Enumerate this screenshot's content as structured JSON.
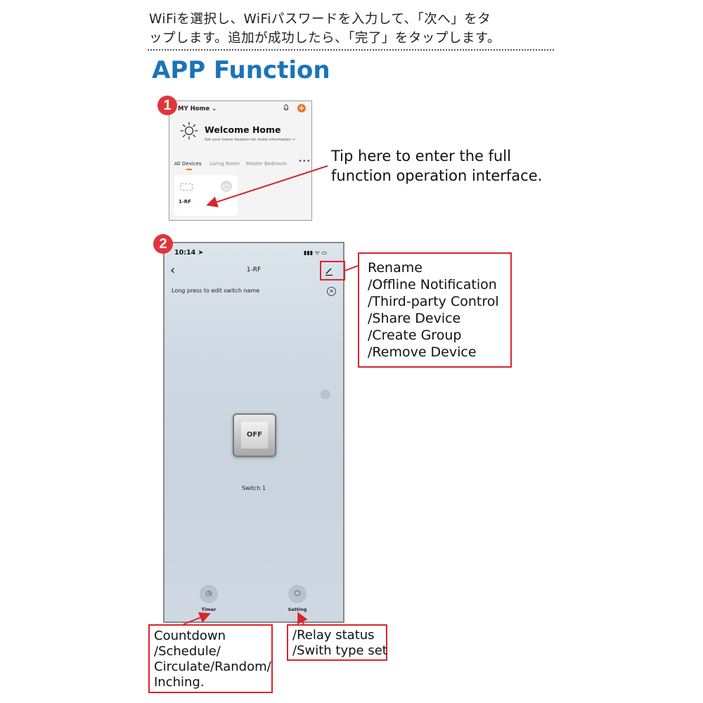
{
  "intro": {
    "line1": "WiFiを選択し、WiFiパスワードを入力して、「次へ」をタ",
    "line2": "ップします。追加が成功したら、「完了」をタップします。"
  },
  "heading": "APP Function",
  "badges": [
    "1",
    "2"
  ],
  "screen1": {
    "home_label": "MY Home",
    "welcome_title": "Welcome Home",
    "welcome_subtitle": "Set your home location for more information  >",
    "tabs": [
      "All Devices",
      "Living Room",
      "Master Bedroom"
    ],
    "more": "•••",
    "device_name": "1-RF",
    "icons": [
      "chevron-down-icon",
      "mic-icon",
      "plus-icon",
      "sun-icon",
      "power-icon"
    ]
  },
  "tip": {
    "line1": "Tip here to enter the full",
    "line2": "function operation interface."
  },
  "screen2": {
    "time": "10:14",
    "status": "▮▮▮ ᯤ ▭",
    "back": "‹",
    "title": "1-RF",
    "banner_text": "Long press to edit switch name",
    "close": "✕",
    "off_label": "OFF",
    "switch_label": "Switch 1",
    "timer_label": "Timer",
    "setting_label": "Setting",
    "timer_icon": "◷",
    "setting_icon": "⬡"
  },
  "callout_rename": [
    "Rename",
    "/Offline Notification",
    "/Third-party Control",
    "/Share Device",
    "/Create Group",
    "/Remove Device"
  ],
  "callout_timer": [
    "Countdown",
    "/Schedule/",
    "Circulate/Random/",
    "Inching."
  ],
  "callout_setting": [
    "/Relay status",
    "/Swith type set"
  ],
  "colors": {
    "heading": "#1a74b8",
    "accent_red": "#d9252d",
    "badge": "#e0353c",
    "orange": "#f07229"
  }
}
